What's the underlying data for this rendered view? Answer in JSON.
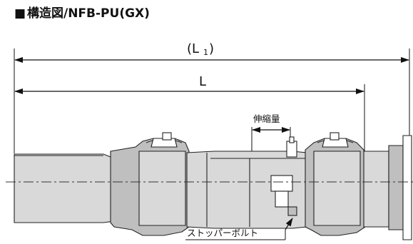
{
  "title": {
    "marker": "■",
    "text": "構造図/NFB-PU(GX)"
  },
  "dimensions": {
    "overall_label_open": "(L",
    "overall_label_sub": "1",
    "overall_label_close": ")",
    "length_label": "L",
    "expansion_label": "伸縮量"
  },
  "callouts": {
    "stopper_bolt": "ストッパーボルト"
  }
}
